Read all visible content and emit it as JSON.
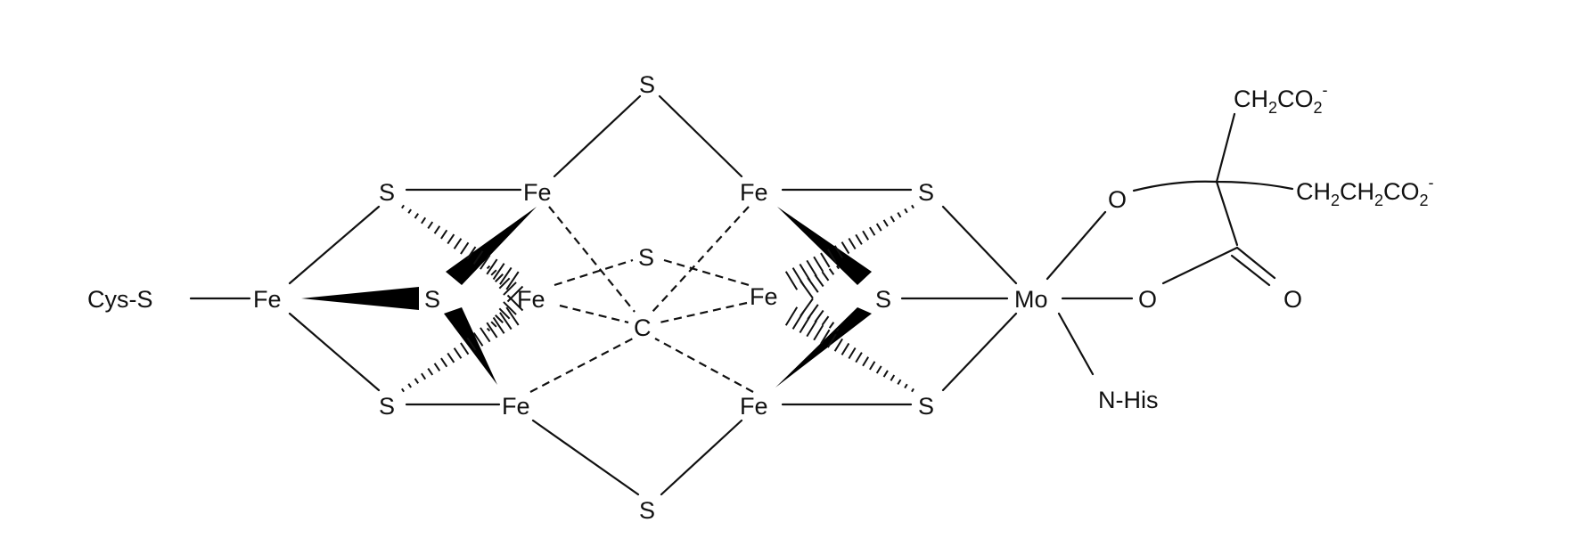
{
  "diagram": {
    "title": "FeMo-cofactor structure",
    "atoms": {
      "s_top": "S",
      "s_upper_left": "S",
      "fe_top_left": "Fe",
      "fe_top_right": "Fe",
      "s_upper_right": "S",
      "cys_s": "Cys-S",
      "fe_left": "Fe",
      "s_mid_left": "S",
      "fe_mid_left": "Fe",
      "s_center": "S",
      "fe_mid_right": "Fe",
      "c_center": "C",
      "s_mid_right": "S",
      "mo": "Mo",
      "o_mid": "O",
      "o_carbonyl": "O",
      "o_upper": "O",
      "n_his": "N-His",
      "s_lower_left": "S",
      "fe_bottom_left": "Fe",
      "fe_bottom_right": "Fe",
      "s_lower_right": "S",
      "s_bottom": "S"
    },
    "groups": {
      "ch2co2": {
        "ch": "CH",
        "sub1": "2",
        "co": "CO",
        "sub2": "2",
        "charge": "-"
      },
      "ch2ch2co2": {
        "ch_a": "CH",
        "sub1": "2",
        "ch_b": "CH",
        "sub2": "2",
        "co": "CO",
        "sub3": "2",
        "charge": "-"
      }
    }
  }
}
